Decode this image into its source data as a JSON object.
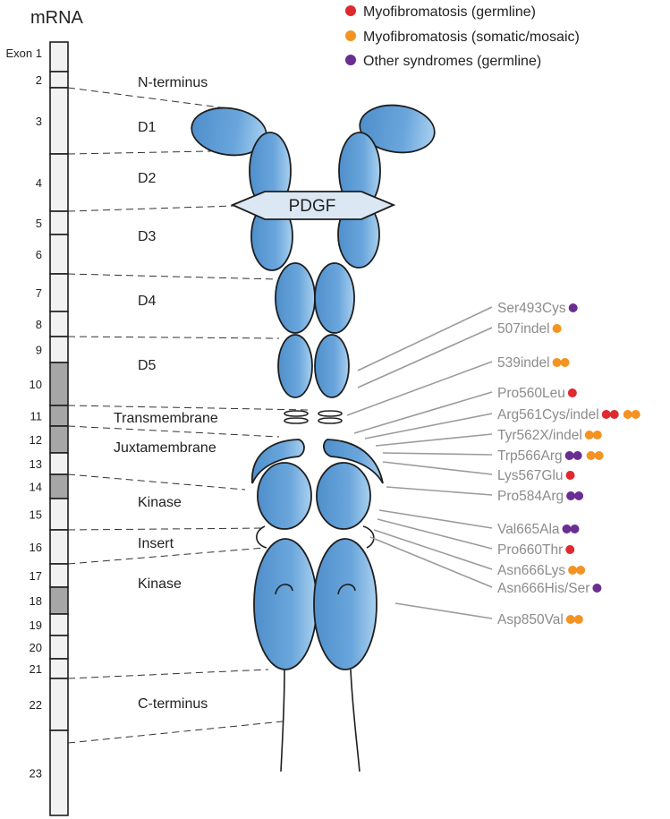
{
  "mrna_title": "mRNA",
  "legend": [
    {
      "label": "Myofibromatosis (germline)",
      "color": "#e0282f"
    },
    {
      "label": "Myofibromatosis (somatic/mosaic)",
      "color": "#f39322"
    },
    {
      "label": "Other syndromes (germline)",
      "color": "#6a2d91"
    }
  ],
  "exons": [
    {
      "label": "Exon 1",
      "shade": "light"
    },
    {
      "label": "2",
      "shade": "light"
    },
    {
      "label": "3",
      "shade": "light"
    },
    {
      "label": "4",
      "shade": "light"
    },
    {
      "label": "5",
      "shade": "light"
    },
    {
      "label": "6",
      "shade": "light"
    },
    {
      "label": "7",
      "shade": "light"
    },
    {
      "label": "8",
      "shade": "light"
    },
    {
      "label": "9",
      "shade": "light"
    },
    {
      "label": "10",
      "shade": "dark"
    },
    {
      "label": "11",
      "shade": "dark"
    },
    {
      "label": "12",
      "shade": "dark"
    },
    {
      "label": "13",
      "shade": "light"
    },
    {
      "label": "14",
      "shade": "dark"
    },
    {
      "label": "15",
      "shade": "light"
    },
    {
      "label": "16",
      "shade": "light"
    },
    {
      "label": "17",
      "shade": "light"
    },
    {
      "label": "18",
      "shade": "dark"
    },
    {
      "label": "19",
      "shade": "light"
    },
    {
      "label": "20",
      "shade": "light"
    },
    {
      "label": "21",
      "shade": "light"
    },
    {
      "label": "22",
      "shade": "light"
    },
    {
      "label": "23",
      "shade": "light"
    }
  ],
  "regions": [
    "N-terminus",
    "D1",
    "D2",
    "D3",
    "D4",
    "D5",
    "Transmembrane",
    "Juxtamembrane",
    "Kinase",
    "Insert",
    "Kinase",
    "C-terminus"
  ],
  "ligand_label": "PDGF",
  "mutations": [
    {
      "label": "Ser493Cys",
      "dots": [
        "purple"
      ]
    },
    {
      "label": "507indel",
      "dots": [
        "orange"
      ]
    },
    {
      "label": "539indel",
      "dots": [
        "orange",
        "orange"
      ]
    },
    {
      "label": "Pro560Leu",
      "dots": [
        "red"
      ]
    },
    {
      "label": "Arg561Cys/indel",
      "dots": [
        "red",
        "red",
        "orange",
        "orange"
      ]
    },
    {
      "label": "Tyr562X/indel",
      "dots": [
        "orange",
        "orange"
      ]
    },
    {
      "label": "Trp566Arg",
      "dots": [
        "purple",
        "purple",
        "orange",
        "orange"
      ]
    },
    {
      "label": "Lys567Glu",
      "dots": [
        "red"
      ]
    },
    {
      "label": "Pro584Arg",
      "dots": [
        "purple",
        "purple"
      ]
    },
    {
      "label": "Val665Ala",
      "dots": [
        "purple",
        "purple"
      ]
    },
    {
      "label": "Pro660Thr",
      "dots": [
        "red"
      ]
    },
    {
      "label": "Asn666Lys",
      "dots": [
        "orange",
        "orange"
      ]
    },
    {
      "label": "Asn666His/Ser",
      "dots": [
        "purple"
      ]
    },
    {
      "label": "Asp850Val",
      "dots": [
        "orange",
        "orange"
      ]
    }
  ],
  "colors": {
    "red": "#e0282f",
    "orange": "#f39322",
    "purple": "#6a2d91",
    "domain_blue": "#5b9bd5",
    "domain_light": "#9fc8ea",
    "exon_light": "#f2f2f2",
    "exon_dark": "#a6a6a6",
    "ligand_fill": "#dbe8f3",
    "mutation_text": "#8c8c8c"
  }
}
